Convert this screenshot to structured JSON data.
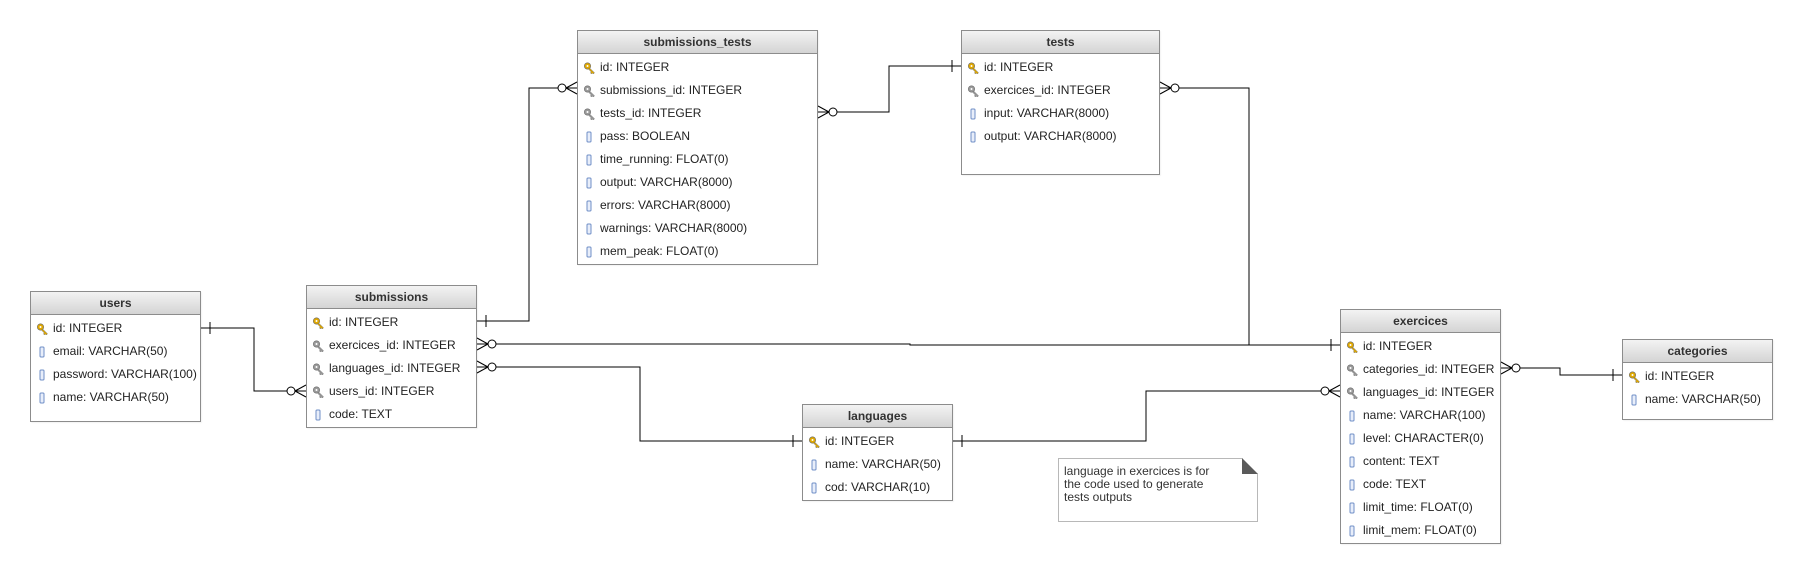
{
  "colors": {
    "line": "#000000",
    "border": "#8c8c8c",
    "primary_key": "#e0a800",
    "foreign_key": "#9a9a9a",
    "attribute": "#6f8fc7"
  },
  "entities": [
    {
      "id": "submissions_tests",
      "title": "submissions_tests",
      "fields": [
        {
          "text": "id: INTEGER",
          "kind": "pk"
        },
        {
          "text": "submissions_id: INTEGER",
          "kind": "fk"
        },
        {
          "text": "tests_id: INTEGER",
          "kind": "fk"
        },
        {
          "text": "pass: BOOLEAN",
          "kind": "attr"
        },
        {
          "text": "time_running: FLOAT(0)",
          "kind": "attr"
        },
        {
          "text": "output: VARCHAR(8000)",
          "kind": "attr"
        },
        {
          "text": "errors: VARCHAR(8000)",
          "kind": "attr"
        },
        {
          "text": "warnings: VARCHAR(8000)",
          "kind": "attr"
        },
        {
          "text": "mem_peak: FLOAT(0)",
          "kind": "attr"
        }
      ]
    },
    {
      "id": "tests",
      "title": "tests",
      "fields": [
        {
          "text": "id: INTEGER",
          "kind": "pk"
        },
        {
          "text": "exercices_id: INTEGER",
          "kind": "fk"
        },
        {
          "text": "input: VARCHAR(8000)",
          "kind": "attr"
        },
        {
          "text": "output: VARCHAR(8000)",
          "kind": "attr"
        }
      ]
    },
    {
      "id": "users",
      "title": "users",
      "fields": [
        {
          "text": "id: INTEGER",
          "kind": "pk"
        },
        {
          "text": "email: VARCHAR(50)",
          "kind": "attr"
        },
        {
          "text": "password: VARCHAR(100)",
          "kind": "attr"
        },
        {
          "text": "name: VARCHAR(50)",
          "kind": "attr"
        }
      ]
    },
    {
      "id": "submissions",
      "title": "submissions",
      "fields": [
        {
          "text": "id: INTEGER",
          "kind": "pk"
        },
        {
          "text": "exercices_id: INTEGER",
          "kind": "fk"
        },
        {
          "text": "languages_id: INTEGER",
          "kind": "fk"
        },
        {
          "text": "users_id: INTEGER",
          "kind": "fk"
        },
        {
          "text": "code: TEXT",
          "kind": "attr"
        }
      ]
    },
    {
      "id": "languages",
      "title": "languages",
      "fields": [
        {
          "text": "id: INTEGER",
          "kind": "pk"
        },
        {
          "text": "name: VARCHAR(50)",
          "kind": "attr"
        },
        {
          "text": "cod: VARCHAR(10)",
          "kind": "attr"
        }
      ]
    },
    {
      "id": "exercices",
      "title": "exercices",
      "fields": [
        {
          "text": "id: INTEGER",
          "kind": "pk"
        },
        {
          "text": "categories_id: INTEGER",
          "kind": "fk"
        },
        {
          "text": "languages_id: INTEGER",
          "kind": "fk"
        },
        {
          "text": "name: VARCHAR(100)",
          "kind": "attr"
        },
        {
          "text": "level: CHARACTER(0)",
          "kind": "attr"
        },
        {
          "text": "content: TEXT",
          "kind": "attr"
        },
        {
          "text": "code: TEXT",
          "kind": "attr"
        },
        {
          "text": "limit_time: FLOAT(0)",
          "kind": "attr"
        },
        {
          "text": "limit_mem: FLOAT(0)",
          "kind": "attr"
        }
      ]
    },
    {
      "id": "categories",
      "title": "categories",
      "fields": [
        {
          "text": "id: INTEGER",
          "kind": "pk"
        },
        {
          "text": "name: VARCHAR(50)",
          "kind": "attr"
        }
      ]
    }
  ],
  "note": {
    "lines": [
      "language in exercices is for",
      "the code used to generate",
      "tests outputs"
    ]
  },
  "relationships": [
    {
      "from": "users.id",
      "to": "submissions.users_id",
      "from_end": "one",
      "to_end": "zero-or-many"
    },
    {
      "from": "submissions.id",
      "to": "submissions_tests.submissions_id",
      "from_end": "one",
      "to_end": "zero-or-many"
    },
    {
      "from": "tests.id",
      "to": "submissions_tests.tests_id",
      "from_end": "one",
      "to_end": "zero-or-many"
    },
    {
      "from": "exercices.id",
      "to": "tests.exercices_id",
      "from_end": "one",
      "to_end": "zero-or-many"
    },
    {
      "from": "exercices.id",
      "to": "submissions.exercices_id",
      "from_end": "one",
      "to_end": "zero-or-many"
    },
    {
      "from": "languages.id",
      "to": "submissions.languages_id",
      "from_end": "one",
      "to_end": "zero-or-many"
    },
    {
      "from": "languages.id",
      "to": "exercices.languages_id",
      "from_end": "one",
      "to_end": "zero-or-many"
    },
    {
      "from": "categories.id",
      "to": "exercices.categories_id",
      "from_end": "one",
      "to_end": "zero-or-many"
    }
  ]
}
